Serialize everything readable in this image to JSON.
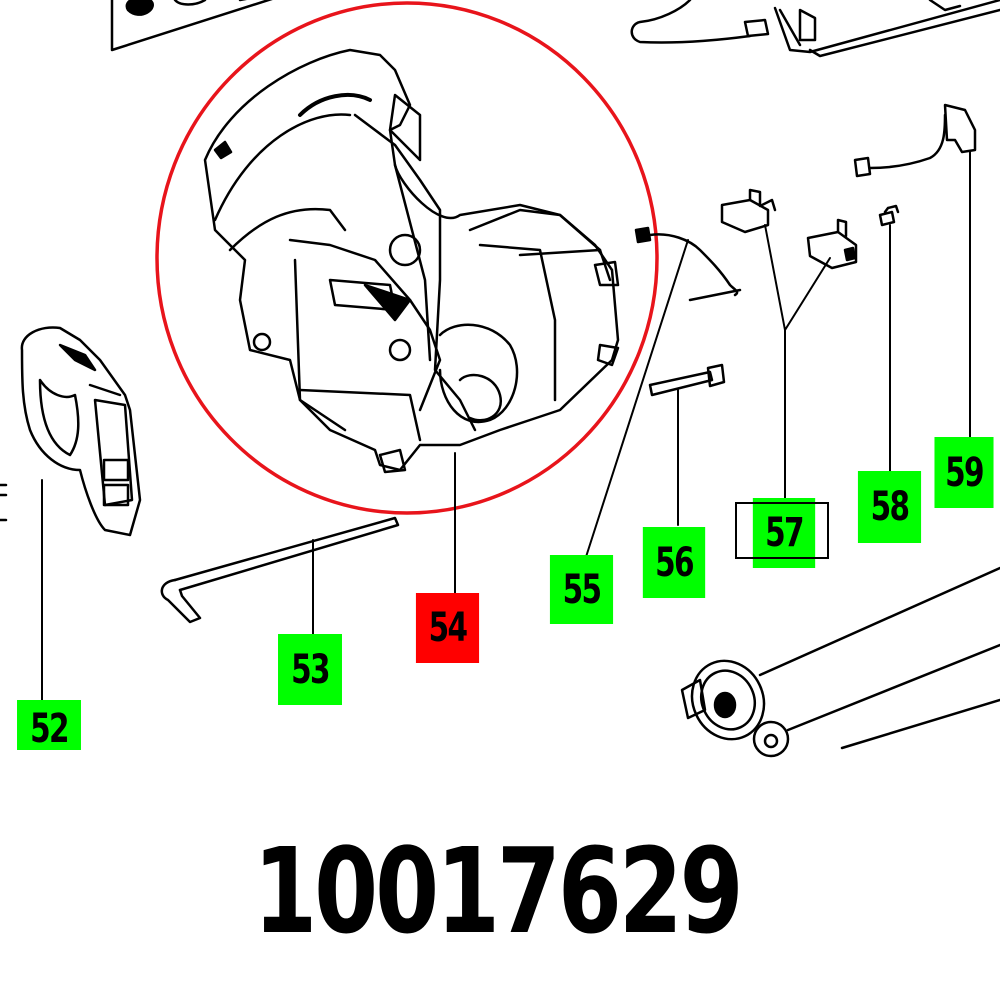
{
  "diagram": {
    "part_number": "10017629",
    "highlight_circle_color": "#e8141b",
    "callouts": [
      {
        "id": "52",
        "label": "52",
        "color": "#00ff00",
        "status": "normal"
      },
      {
        "id": "53",
        "label": "53",
        "color": "#00ff00",
        "status": "normal"
      },
      {
        "id": "54",
        "label": "54",
        "color": "#ff0000",
        "status": "selected"
      },
      {
        "id": "55",
        "label": "55",
        "color": "#00ff00",
        "status": "normal"
      },
      {
        "id": "56",
        "label": "56",
        "color": "#00ff00",
        "status": "normal"
      },
      {
        "id": "57",
        "label": "57",
        "color": "#00ff00",
        "status": "normal",
        "framed": true
      },
      {
        "id": "58",
        "label": "58",
        "color": "#00ff00",
        "status": "normal"
      },
      {
        "id": "59",
        "label": "59",
        "color": "#00ff00",
        "status": "normal"
      }
    ],
    "parts": [
      {
        "callout": "52",
        "name": "fan-guide-icon"
      },
      {
        "callout": "53",
        "name": "hex-key-icon"
      },
      {
        "callout": "54",
        "name": "motor-housing-icon"
      },
      {
        "callout": "55",
        "name": "cable-lead-icon"
      },
      {
        "callout": "56",
        "name": "screw-icon"
      },
      {
        "callout": "57",
        "name": "carbon-brush-icon"
      },
      {
        "callout": "58",
        "name": "small-screw-icon"
      },
      {
        "callout": "59",
        "name": "switch-cable-icon"
      }
    ]
  }
}
